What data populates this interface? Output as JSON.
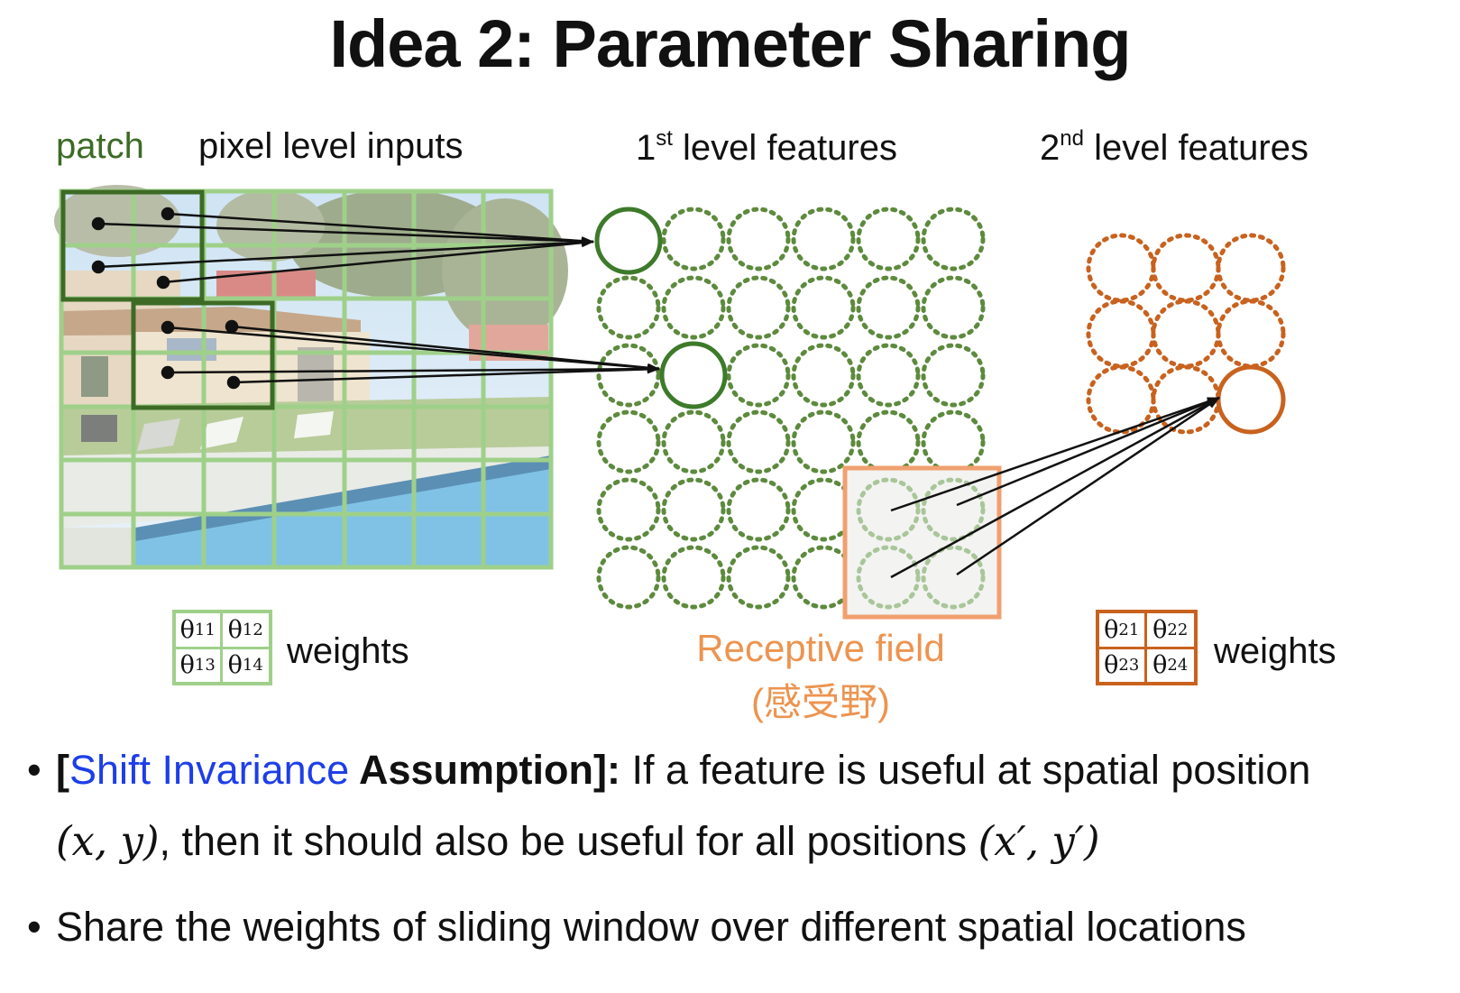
{
  "title": "Idea 2: Parameter Sharing",
  "headers": {
    "patch": "patch",
    "pixel_inputs": "pixel level inputs",
    "first_level_num": "1",
    "first_level_sup": "st",
    "first_level_text": " level features",
    "second_level_num": "2",
    "second_level_sup": "nd",
    "second_level_text": " level features"
  },
  "weights_1": {
    "cells": [
      {
        "sym": "θ",
        "sub": "11"
      },
      {
        "sym": "θ",
        "sub": "12"
      },
      {
        "sym": "θ",
        "sub": "13"
      },
      {
        "sym": "θ",
        "sub": "14"
      }
    ],
    "label": "weights"
  },
  "weights_2": {
    "cells": [
      {
        "sym": "θ",
        "sub": "21"
      },
      {
        "sym": "θ",
        "sub": "22"
      },
      {
        "sym": "θ",
        "sub": "23"
      },
      {
        "sym": "θ",
        "sub": "24"
      }
    ],
    "label": "weights"
  },
  "receptive_field": {
    "line1": "Receptive field",
    "line2": "(感受野)"
  },
  "bullets": {
    "b1_open": "[",
    "b1_blue": "Shift Invariance",
    "b1_bold": " Assumption]:",
    "b1_text": " If a feature is useful at spatial position",
    "b1_math1": "(x, y)",
    "b1_text2": ", then it should also be useful for all positions ",
    "b1_math2": "(x′, y′)",
    "b2_text": "Share the weights of sliding window over different spatial locations"
  },
  "colors": {
    "green_dark": "#3d6b26",
    "green_light": "#9fd08a",
    "orange": "#c8621e",
    "orange_light": "#f0a070",
    "blue": "#1d3ee8"
  }
}
